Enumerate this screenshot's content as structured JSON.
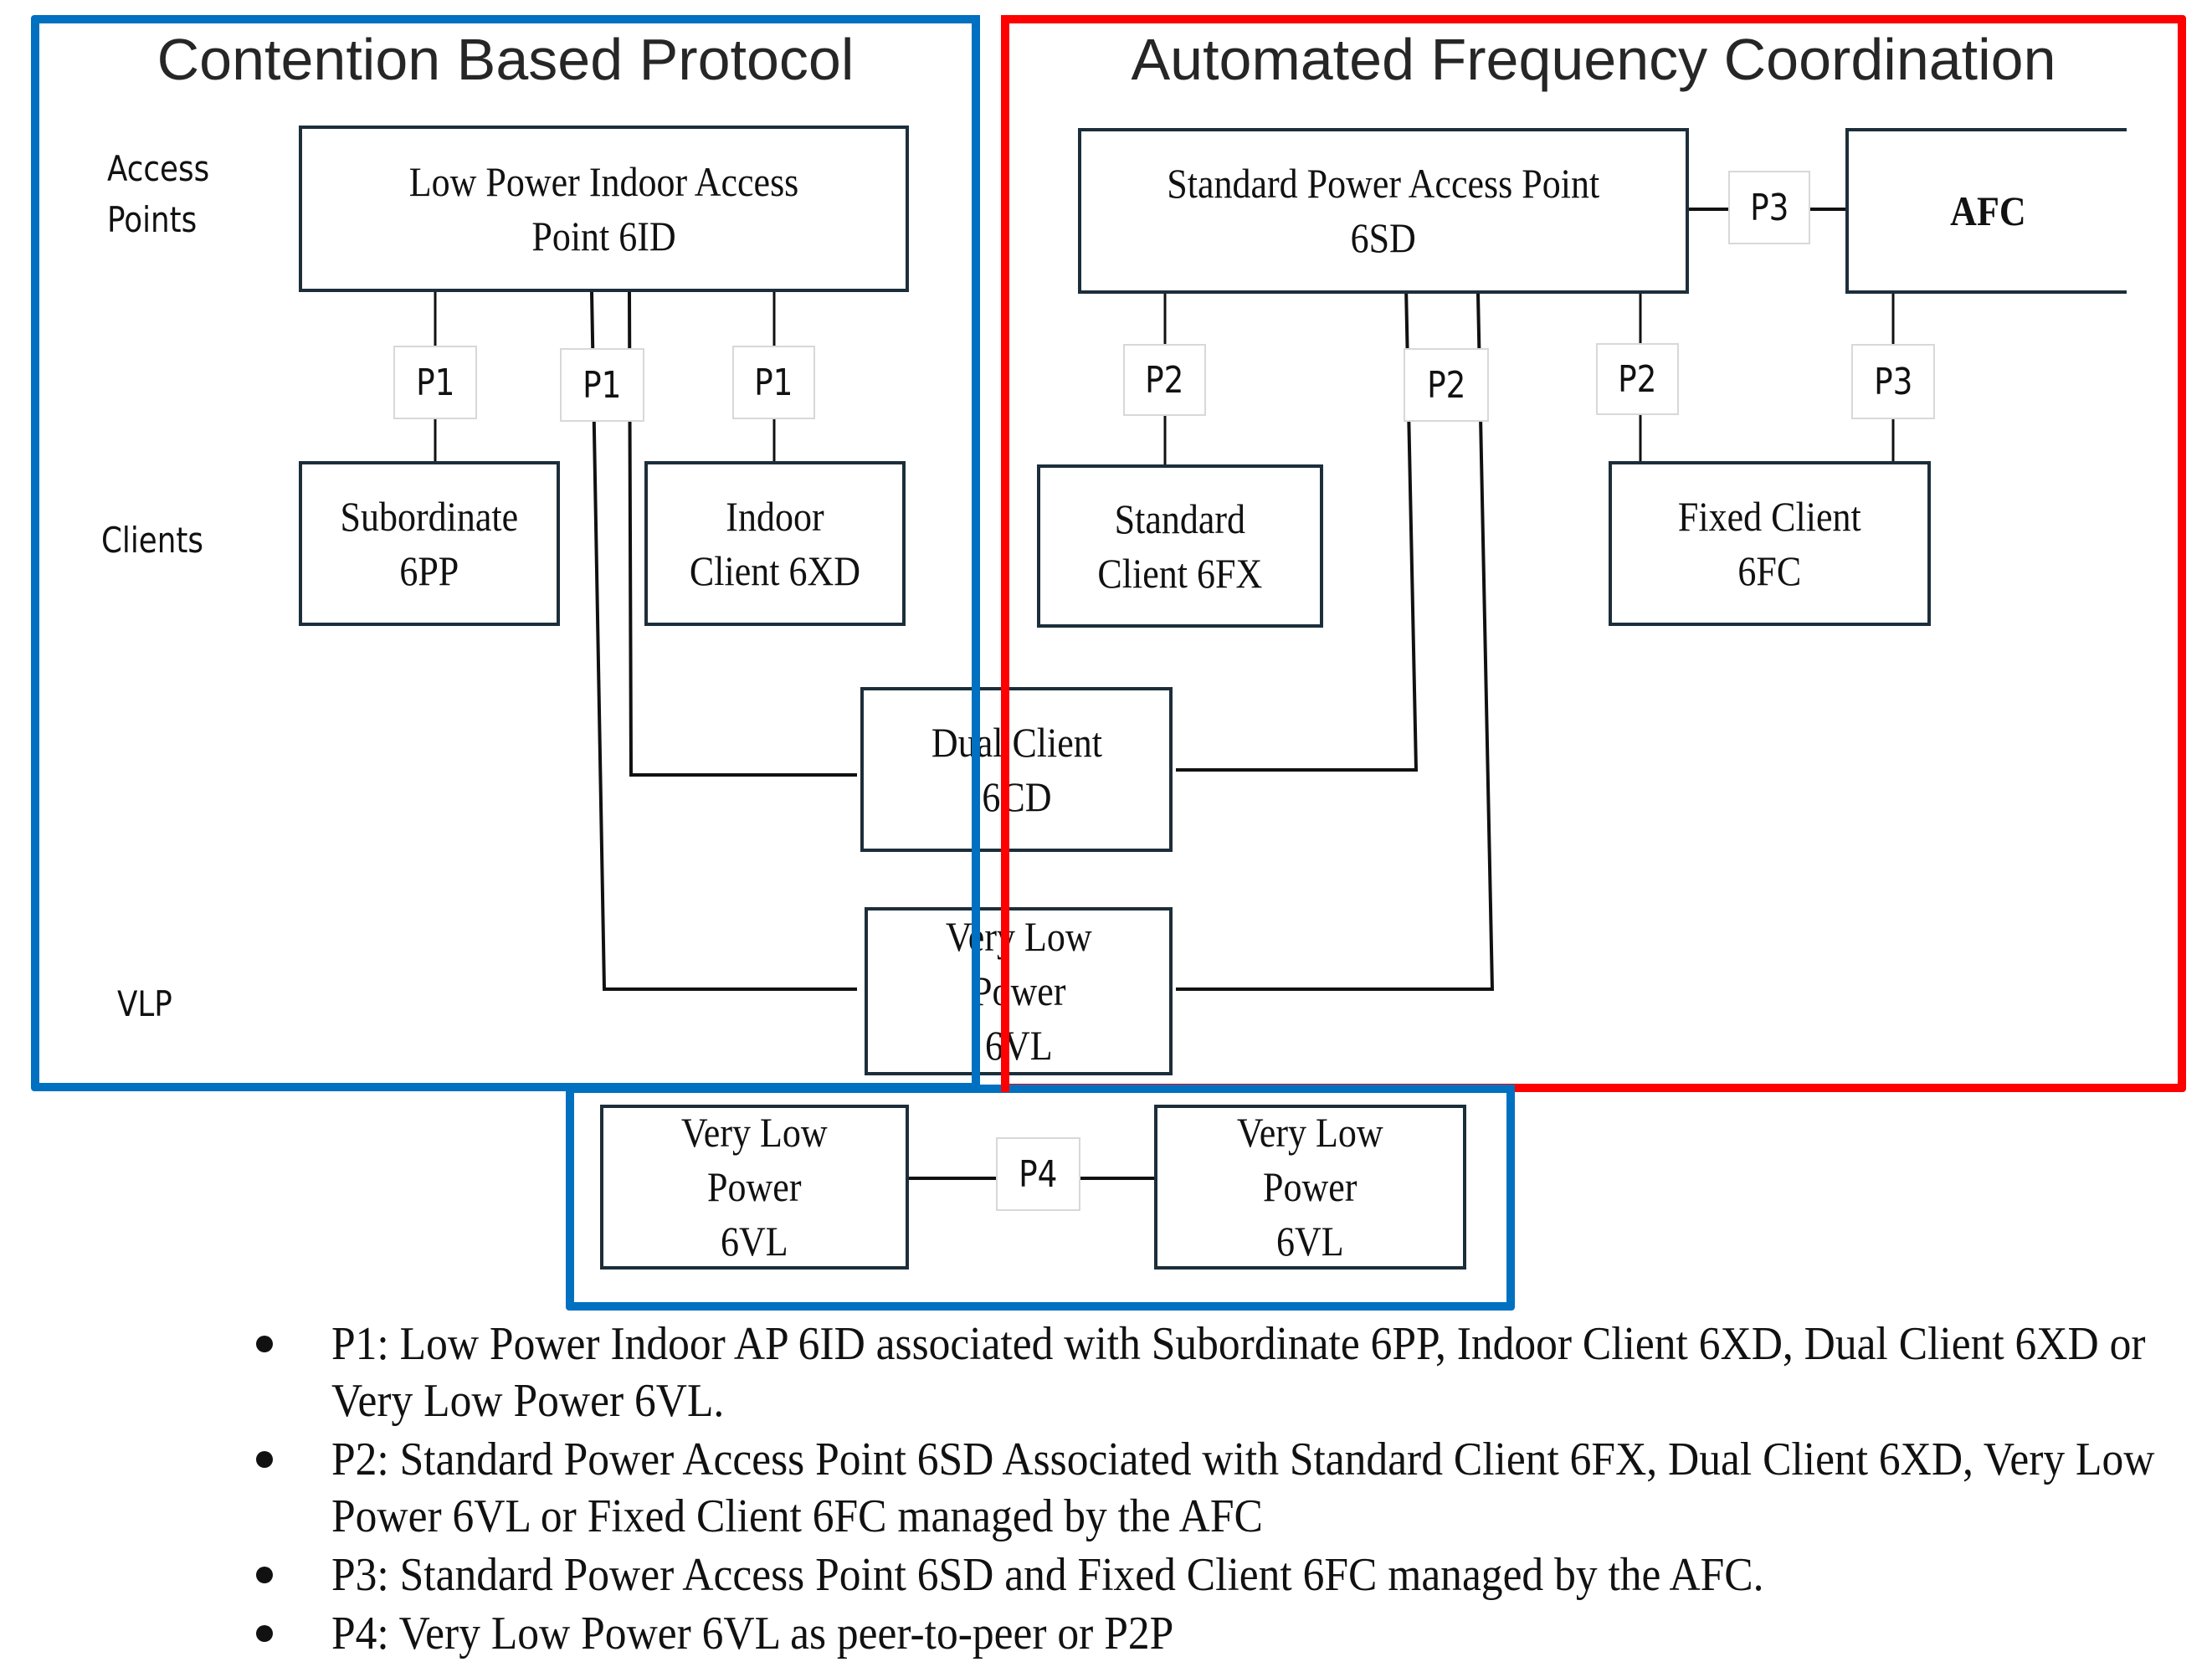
{
  "regions": {
    "contention": {
      "title": "Contention Based Protocol",
      "color": "#0070C0"
    },
    "afc": {
      "title": "Automated Frequency Coordination",
      "color": "#FF0000"
    },
    "p2p": {
      "color": "#0070C0"
    }
  },
  "row_labels": {
    "access_points": "Access\nPoints",
    "clients": "Clients",
    "vlp": "VLP"
  },
  "nodes": {
    "lpi_ap": "Low Power Indoor Access\nPoint 6ID",
    "subordinate": "Subordinate\n6PP",
    "indoor_client": "Indoor\nClient 6XD",
    "dual_client": "Dual Client\n6CD",
    "vlp_center": "Very Low\nPower\n6VL",
    "sp_ap": "Standard Power Access Point\n6SD",
    "afc": "AFC",
    "standard_client": "Standard\nClient 6FX",
    "fixed_client": "Fixed Client\n6FC",
    "vlp_left": "Very Low\nPower\n6VL",
    "vlp_right": "Very Low\nPower\n6VL"
  },
  "link_labels": {
    "p1_subordinate": "P1",
    "p1_center": "P1",
    "p1_indoor": "P1",
    "p3_top": "P3",
    "p2_standard": "P2",
    "p2_center": "P2",
    "p2_fixed": "P2",
    "p3_fixed": "P3",
    "p4": "P4"
  },
  "legend": [
    "P1: Low Power Indoor AP 6ID associated with Subordinate 6PP, Indoor Client 6XD, Dual Client 6XD or Very Low Power 6VL.",
    "P2: Standard Power Access Point 6SD Associated with Standard Client 6FX, Dual Client 6XD, Very Low Power 6VL or Fixed Client 6FC managed by the AFC",
    "P3: Standard Power Access Point 6SD and Fixed Client 6FC managed by the AFC.",
    "P4: Very Low Power 6VL as peer-to-peer or P2P"
  ]
}
